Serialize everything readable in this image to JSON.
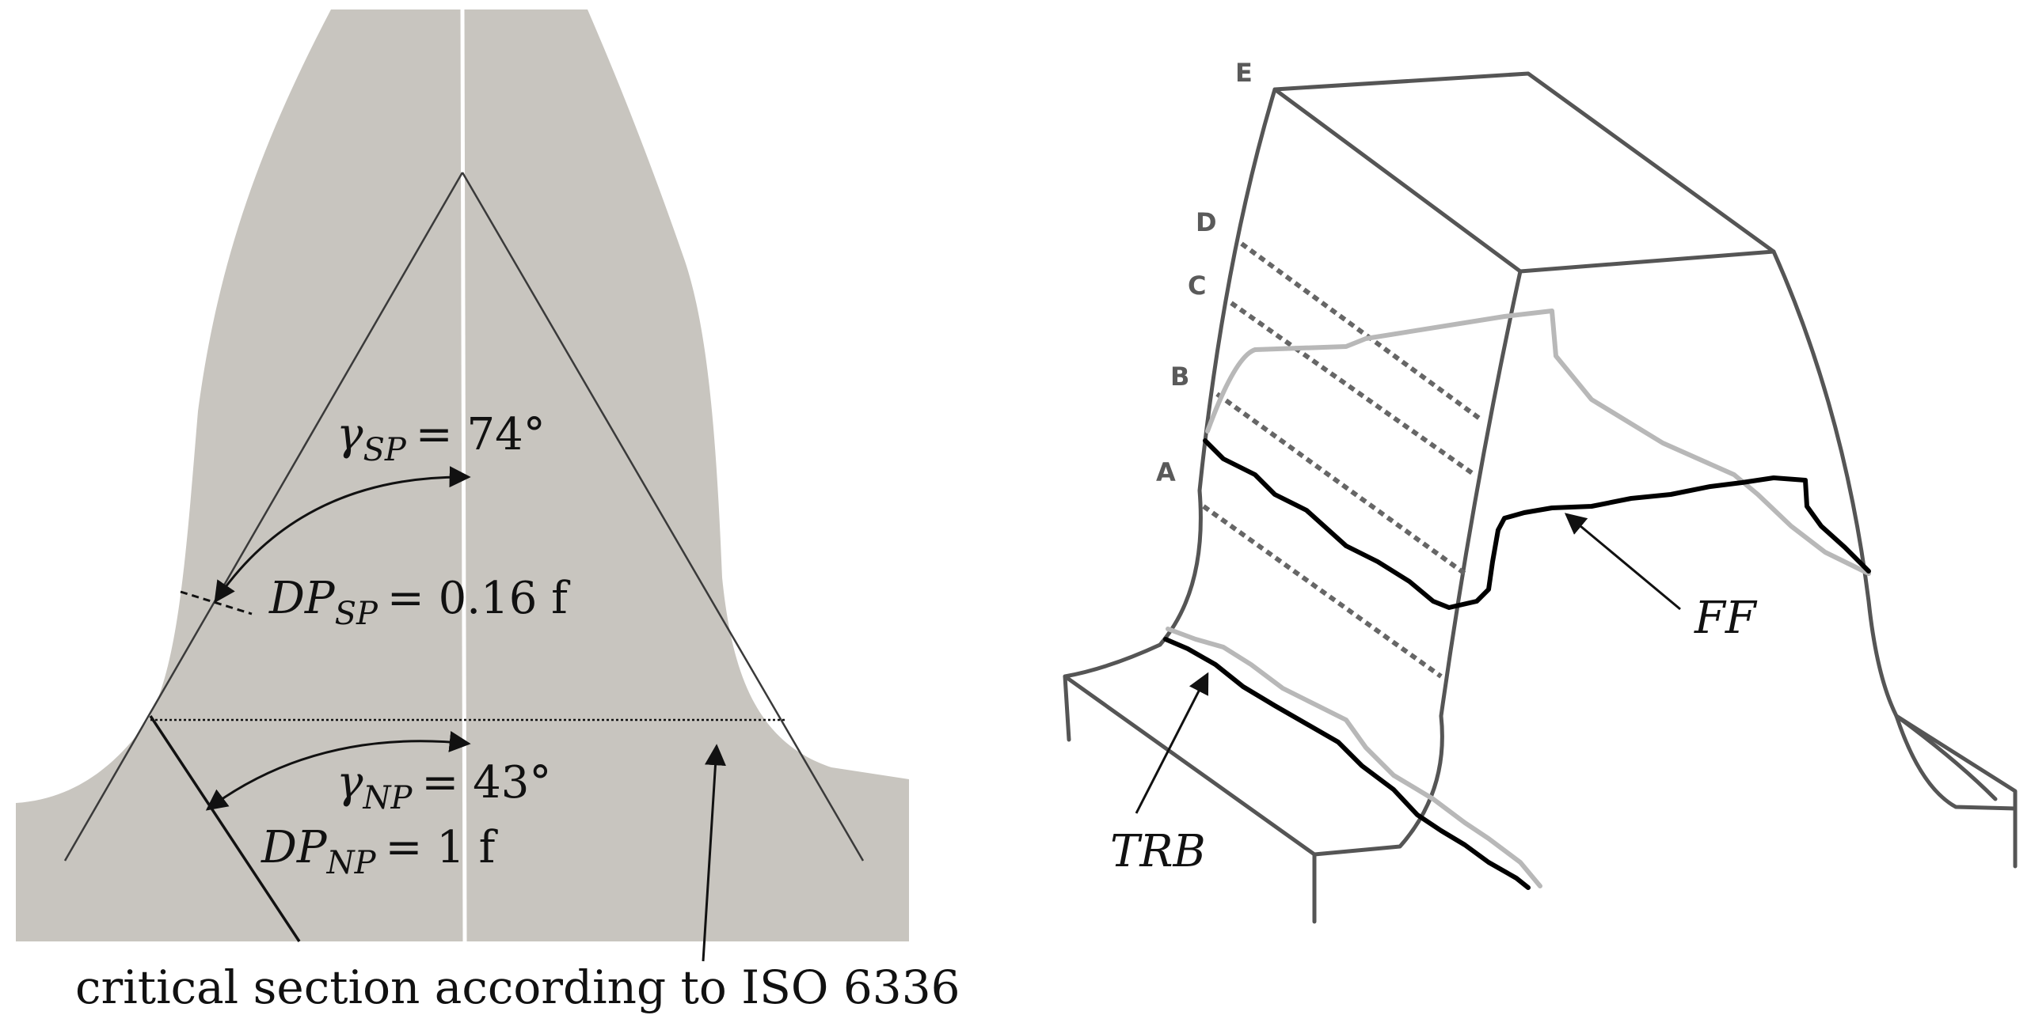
{
  "left_figure": {
    "gamma_sp": {
      "symbol": "γ",
      "sub": "SP",
      "eq": "= 74°"
    },
    "dp_sp": {
      "symbol": "DP",
      "sub": "SP",
      "eq": "= 0.16 f"
    },
    "gamma_np": {
      "symbol": "γ",
      "sub": "NP",
      "eq": "= 43°"
    },
    "dp_np": {
      "symbol": "DP",
      "sub": "NP",
      "eq": "= 1 f"
    },
    "caption": "critical section according to ISO 6336"
  },
  "right_figure": {
    "points": [
      "E",
      "D",
      "C",
      "B",
      "A"
    ],
    "ff_label": "FF",
    "trb_label": "TRB"
  },
  "colors": {
    "tooth_fill": "#c8c5bf",
    "outline": "#555555",
    "crack_dark": "#000000",
    "crack_light": "#b8b8b8"
  }
}
